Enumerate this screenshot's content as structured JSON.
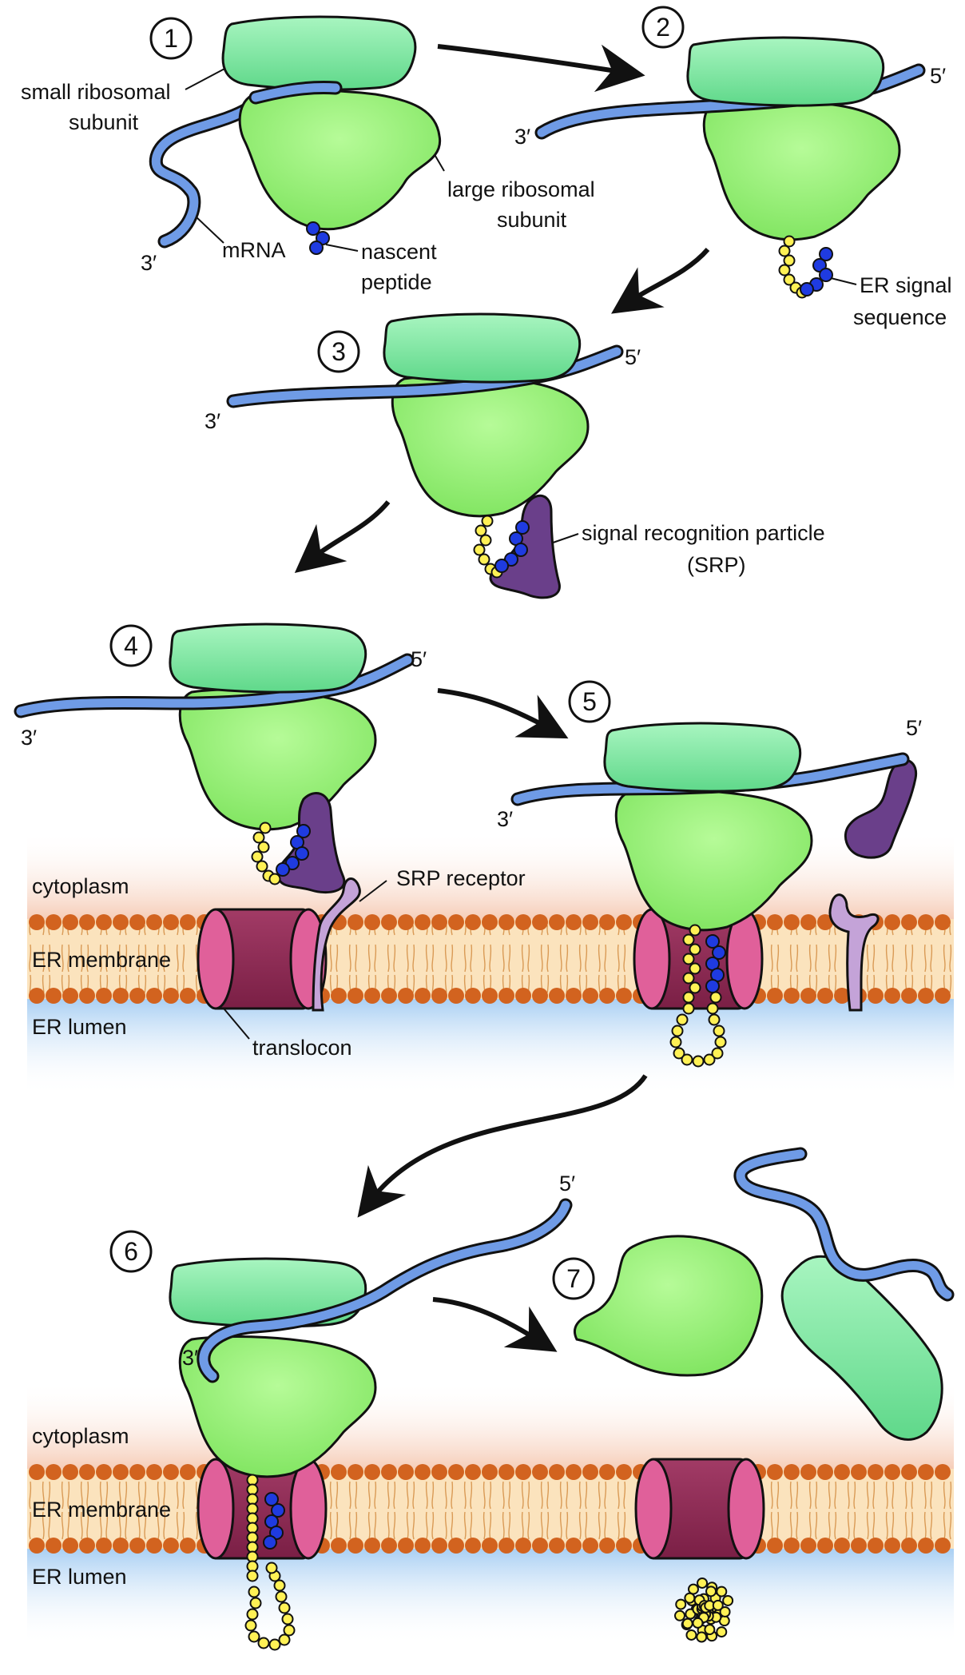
{
  "steps": [
    "1",
    "2",
    "3",
    "4",
    "5",
    "6",
    "7"
  ],
  "labels": {
    "small_subunit": [
      "small ribosomal",
      "subunit"
    ],
    "large_subunit": [
      "large ribosomal",
      "subunit"
    ],
    "mrna": "mRNA",
    "nascent_peptide": [
      "nascent",
      "peptide"
    ],
    "er_signal": [
      "ER signal",
      "sequence"
    ],
    "srp": [
      "signal recognition particle",
      "(SRP)"
    ],
    "srp_receptor": "SRP receptor",
    "translocon": "translocon",
    "cytoplasm": "cytoplasm",
    "er_membrane": "ER membrane",
    "er_lumen": "ER lumen",
    "five_prime": "5′",
    "three_prime": "3′"
  },
  "colors": {
    "small_subunit": "#7ee8a0",
    "large_subunit": "#8ff07a",
    "mrna": "#6f9be6",
    "nascent_peptide": "#1f3be0",
    "peptide_chain": "#fff155",
    "srp": "#6a3f8a",
    "srp_receptor": "#c4a3d8",
    "translocon_body": "#8d2c55",
    "translocon_ring": "#e0609a",
    "lipid_head": "#d2631f",
    "membrane_fill": "#fbe3bd",
    "cytoplasm_tint": "#f6cdb8",
    "lumen_tint": "#a9cff3"
  }
}
